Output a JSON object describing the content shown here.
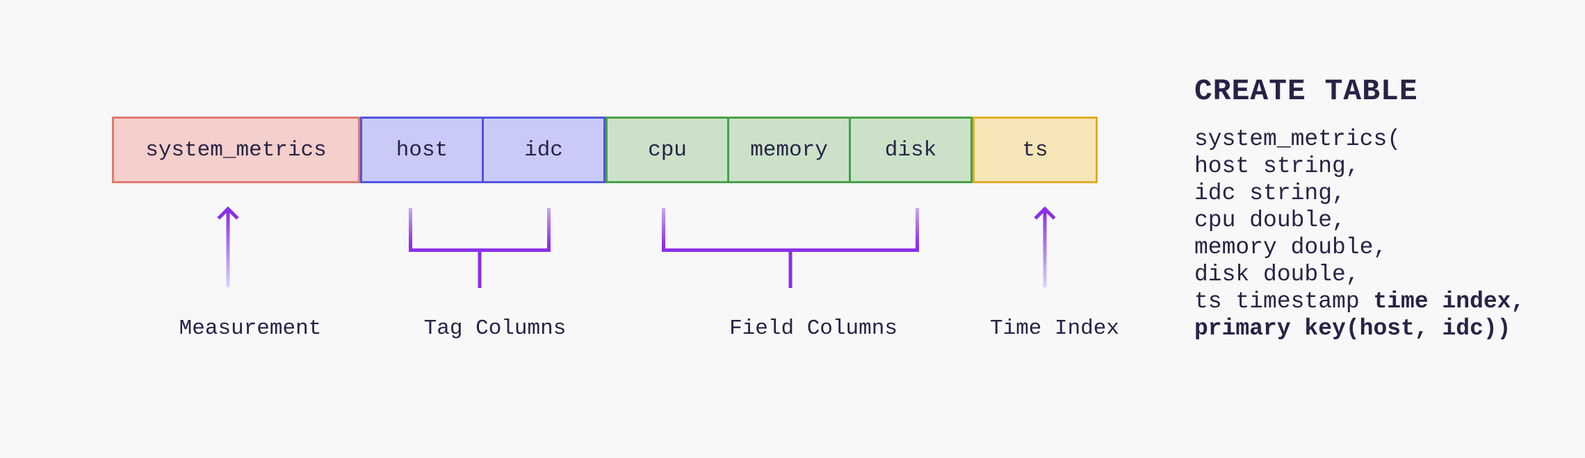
{
  "diagram": {
    "row": {
      "cells": [
        {
          "label": "system_metrics",
          "group": "measurement"
        },
        {
          "label": "host",
          "group": "tag"
        },
        {
          "label": "idc",
          "group": "tag"
        },
        {
          "label": "cpu",
          "group": "field"
        },
        {
          "label": "memory",
          "group": "field"
        },
        {
          "label": "disk",
          "group": "field"
        },
        {
          "label": "ts",
          "group": "time"
        }
      ]
    },
    "labels": {
      "measurement": "Measurement",
      "tag_columns": "Tag Columns",
      "field_columns": "Field Columns",
      "time_index": "Time Index"
    }
  },
  "sql": {
    "heading": "CREATE TABLE",
    "lines": [
      {
        "text": "system_metrics("
      },
      {
        "text": "host string,"
      },
      {
        "text": "idc string,"
      },
      {
        "text": "cpu double,"
      },
      {
        "text": "memory double,"
      },
      {
        "text": "disk double,"
      },
      {
        "pre": "ts timestamp ",
        "bold": "time index,"
      },
      {
        "bold": "primary key(host, idc))"
      }
    ]
  },
  "colors": {
    "background": "#f8f8f9",
    "text": "#272345",
    "measurement_fill": "#f4cfcb",
    "measurement_border": "#e0796f",
    "tag_fill": "#c9caf8",
    "tag_border": "#5155dc",
    "field_fill": "#cbe2c9",
    "field_border": "#46a146",
    "time_fill": "#f6e6b7",
    "time_border": "#e2ab25",
    "arrow": "#8b2fe9",
    "arrow_fade": "#ddd3f8",
    "bracket_top": "#c8a8f2"
  }
}
